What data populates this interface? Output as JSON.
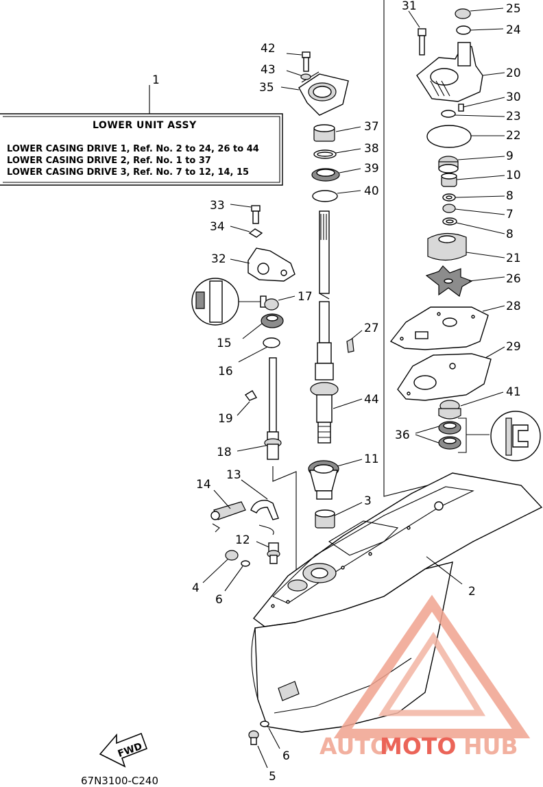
{
  "info_box": {
    "title": "LOWER UNIT ASSY",
    "lines": [
      "LOWER CASING DRIVE 1, Ref. No. 2 to 24, 26 to 44",
      "LOWER CASING DRIVE 2, Ref. No. 1 to 37",
      "LOWER CASING DRIVE 3, Ref. No. 7 to 12, 14, 15"
    ]
  },
  "labels": {
    "p1": "1",
    "p2": "2",
    "p3": "3",
    "p4": "4",
    "p5": "5",
    "p6a": "6",
    "p6b": "6",
    "p7": "7",
    "p8a": "8",
    "p8b": "8",
    "p9": "9",
    "p10": "10",
    "p11": "11",
    "p12": "12",
    "p13": "13",
    "p14": "14",
    "p15": "15",
    "p16": "16",
    "p17": "17",
    "p18": "18",
    "p19": "19",
    "p20": "20",
    "p21": "21",
    "p22": "22",
    "p23": "23",
    "p24": "24",
    "p25": "25",
    "p26": "26",
    "p27": "27",
    "p28": "28",
    "p29": "29",
    "p30": "30",
    "p31": "31",
    "p32": "32",
    "p33": "33",
    "p34": "34",
    "p35": "35",
    "p36": "36",
    "p37": "37",
    "p38": "38",
    "p39": "39",
    "p40": "40",
    "p41": "41",
    "p42": "42",
    "p43": "43",
    "p44": "44"
  },
  "fwd_arrow": "FWD",
  "diagram_code": "67N3100-C240",
  "watermark": {
    "part1": "AUTO",
    "part2": "MOTO",
    "part3": "HUB",
    "color_primary": "#e84a3c",
    "color_secondary": "#f0a38f"
  }
}
